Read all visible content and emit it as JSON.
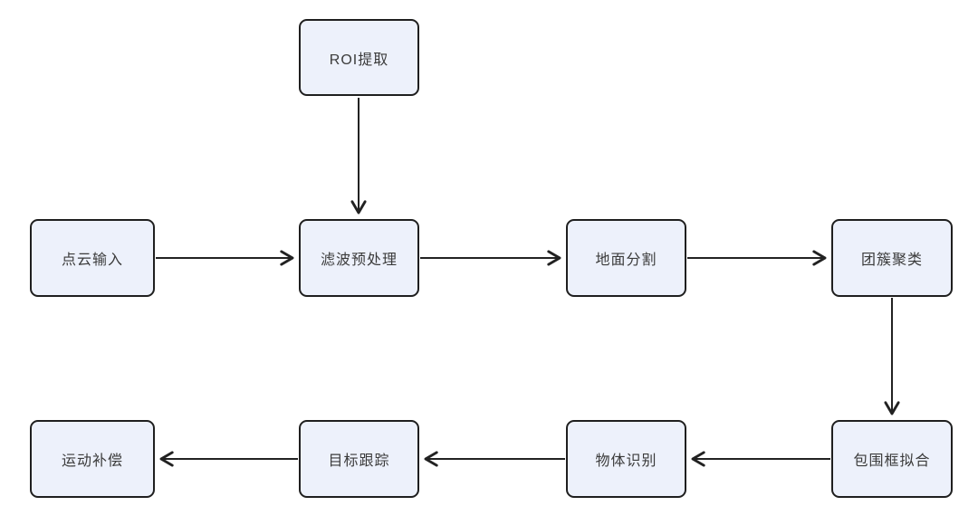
{
  "diagram": {
    "title": "LiDAR point cloud processing pipeline flowchart",
    "colors": {
      "background": "#ffffff",
      "node_fill": "#edf1fb",
      "node_border": "#1f1f1f",
      "node_text": "#3b3b3b",
      "arrow": "#222222"
    },
    "nodes": [
      {
        "id": "roi-extraction",
        "label": "ROI提取"
      },
      {
        "id": "point-cloud-input",
        "label": "点云输入"
      },
      {
        "id": "filter-preprocess",
        "label": "滤波预处理"
      },
      {
        "id": "ground-segmentation",
        "label": "地面分割"
      },
      {
        "id": "cluster-clustering",
        "label": "团簇聚类"
      },
      {
        "id": "bounding-box-fitting",
        "label": "包围框拟合"
      },
      {
        "id": "object-recognition",
        "label": "物体识别"
      },
      {
        "id": "target-tracking",
        "label": "目标跟踪"
      },
      {
        "id": "motion-compensation",
        "label": "运动补偿"
      }
    ],
    "edges": [
      {
        "from": "roi-extraction",
        "to": "filter-preprocess",
        "direction": "down"
      },
      {
        "from": "point-cloud-input",
        "to": "filter-preprocess",
        "direction": "right"
      },
      {
        "from": "filter-preprocess",
        "to": "ground-segmentation",
        "direction": "right"
      },
      {
        "from": "ground-segmentation",
        "to": "cluster-clustering",
        "direction": "right"
      },
      {
        "from": "cluster-clustering",
        "to": "bounding-box-fitting",
        "direction": "down"
      },
      {
        "from": "bounding-box-fitting",
        "to": "object-recognition",
        "direction": "left"
      },
      {
        "from": "object-recognition",
        "to": "target-tracking",
        "direction": "left"
      },
      {
        "from": "target-tracking",
        "to": "motion-compensation",
        "direction": "left"
      }
    ]
  }
}
